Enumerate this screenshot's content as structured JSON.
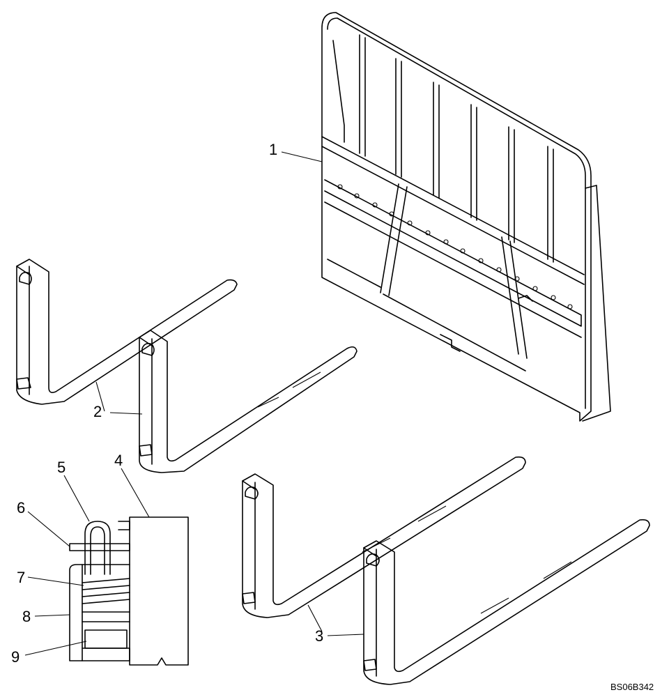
{
  "labels": {
    "l1": "1",
    "l2": "2",
    "l3": "3",
    "l4": "4",
    "l5": "5",
    "l6": "6",
    "l7": "7",
    "l8": "8",
    "l9": "9"
  },
  "drawing_code": "BS06B342"
}
